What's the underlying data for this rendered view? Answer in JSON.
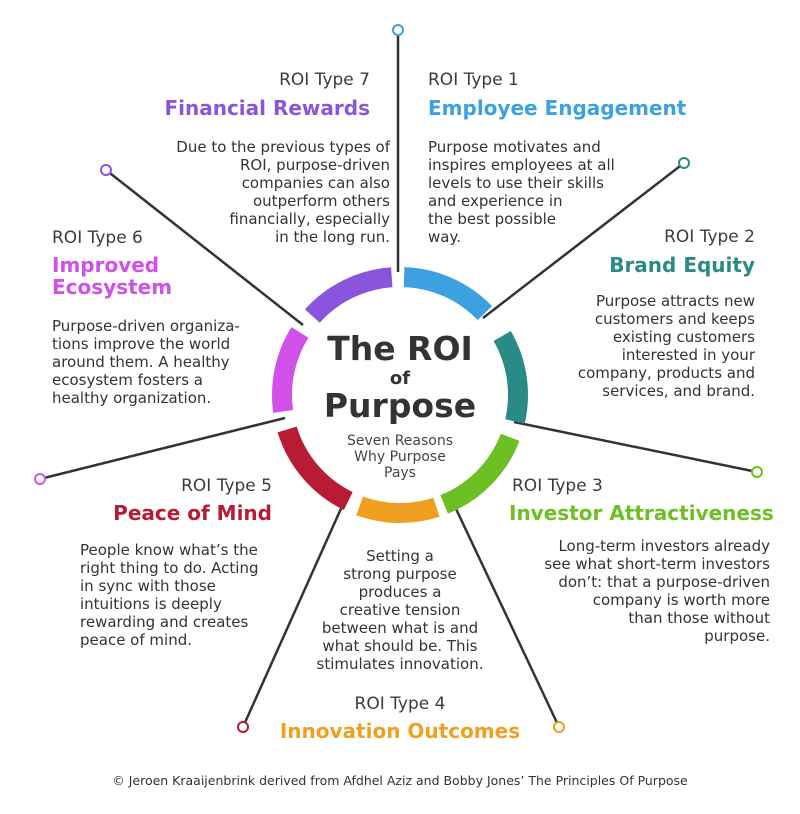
{
  "colors": {
    "employee": "#3da0e0",
    "brand": "#2a8a86",
    "investor": "#6cc024",
    "innovation": "#f0a020",
    "peace": "#b81c34",
    "ecosystem": "#d050e8",
    "financial": "#8a55dc",
    "spoke": "#333333"
  },
  "center": {
    "title_line1": "The ROI",
    "title_line2": "of",
    "title_line3": "Purpose",
    "subtitle": "Seven Reasons\nWhy Purpose\nPays"
  },
  "types": [
    {
      "type_label": "ROI Type 1",
      "title": "Employee Engagement",
      "description": "Purpose motivates and\ninspires employees at all\nlevels to use their skills\nand experience in\nthe best possible\nway."
    },
    {
      "type_label": "ROI Type 2",
      "title": "Brand Equity",
      "description": "Purpose attracts new\ncustomers and keeps\nexisting customers\ninterested in your\ncompany, products and\nservices, and brand."
    },
    {
      "type_label": "ROI Type 3",
      "title": "Investor Attractiveness",
      "description": "Long-term investors already\nsee what short-term investors\ndon’t: that a purpose-driven\ncompany is worth more\nthan those without\npurpose."
    },
    {
      "type_label": "ROI Type 4",
      "title": "Innovation Outcomes",
      "description": "Setting a\nstrong purpose\nproduces a\ncreative tension\nbetween what is and\nwhat should be. This\nstimulates innovation."
    },
    {
      "type_label": "ROI Type 5",
      "title": "Peace of Mind",
      "description": "People know what’s the\nright thing to do. Acting\nin sync with those\nintuitions is deeply\nrewarding and creates\npeace of mind."
    },
    {
      "type_label": "ROI Type 6",
      "title": "Improved\nEcosystem",
      "description": "Purpose-driven organiza-\ntions improve the world\naround them. A healthy\necosystem fosters a\nhealthy organization."
    },
    {
      "type_label": "ROI Type 7",
      "title": "Financial Rewards",
      "description": "Due to the previous types of\nROI, purpose-driven\ncompanies can also\noutperform others\nfinancially, especially\nin the long run."
    }
  ],
  "credit": "© Jeroen Kraaijenbrink derived from Afdhel Aziz and Bobby Jones’ The Principles Of Purpose"
}
